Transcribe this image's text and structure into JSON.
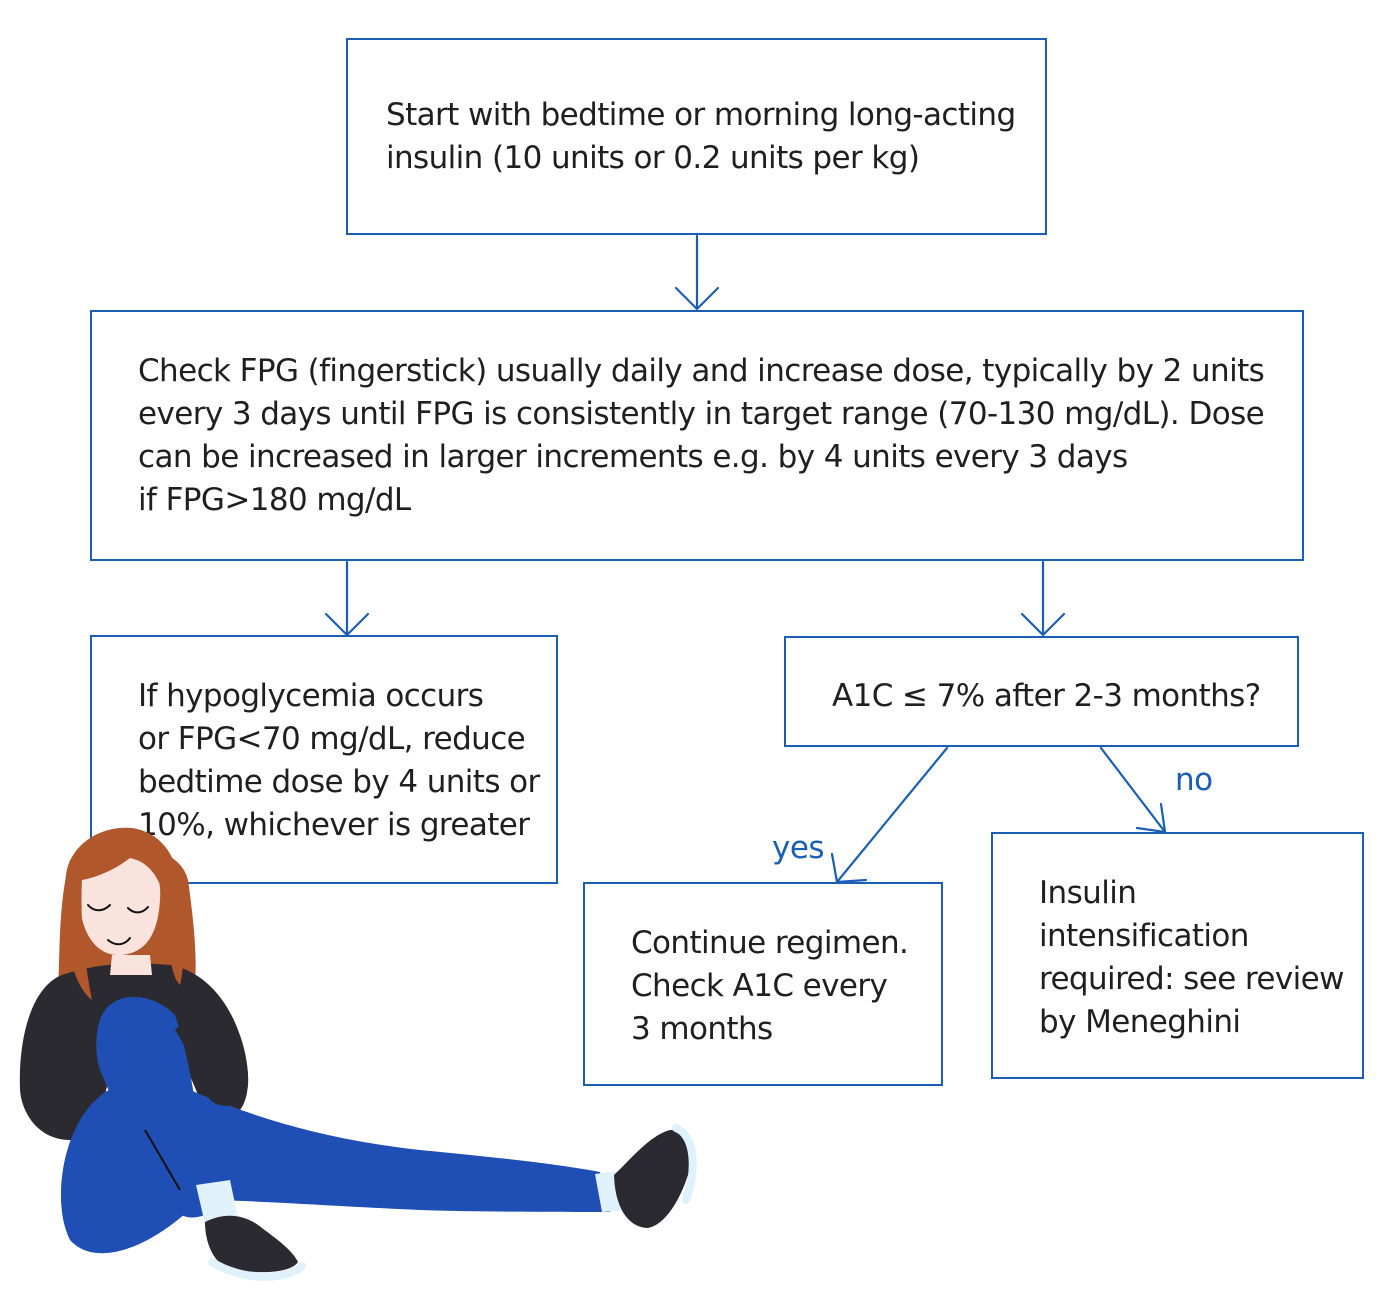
{
  "colors": {
    "accent": "#1b5fb4",
    "text": "#1f1f1f",
    "hair": "#b0572b",
    "sweater": "#2b2a30",
    "pants": "#1f4fb4",
    "skin": "#fbe3dd"
  },
  "nodes": {
    "start": "Start with bedtime or morning long-acting\ninsulin (10 units or 0.2 units per kg)",
    "check": "Check FPG (fingerstick) usually daily and increase dose, typically by 2 units\nevery 3 days until FPG is consistently in target range (70-130 mg/dL). Dose\ncan be increased in larger increments e.g. by 4 units every 3 days\nif FPG>180 mg/dL",
    "hypo": "If hypoglycemia occurs\nor FPG<70 mg/dL, reduce\nbedtime dose by 4 units or\n10%, whichever is greater",
    "a1c": "A1C ≤ 7% after 2-3 months?",
    "continue": "Continue regimen.\nCheck A1C every\n3 months",
    "intensify": "Insulin\nintensification\nrequired: see review\nby Meneghini"
  },
  "edge_labels": {
    "yes": "yes",
    "no": "no"
  },
  "illustration": {
    "subject": "woman-sitting-illustration"
  }
}
